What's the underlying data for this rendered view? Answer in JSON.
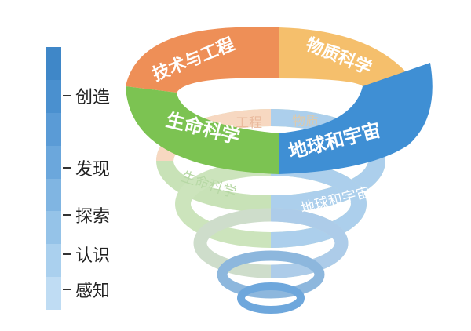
{
  "scale": {
    "levels": [
      "创造",
      "发现",
      "探索",
      "认识",
      "感知"
    ]
  },
  "spiral": {
    "top_ring": {
      "engineering": "技术与工程",
      "material": "物质科学",
      "life": "生命科学",
      "earth": "地球和宇宙"
    },
    "faded_labels": {
      "engineering": "工程",
      "material": "物质",
      "life": "生命科学",
      "earth": "地球和宇宙"
    }
  },
  "colors": {
    "engineering": "#ee8f57",
    "material": "#f5bf6c",
    "life": "#7cc352",
    "earth": "#3f8fd4"
  }
}
